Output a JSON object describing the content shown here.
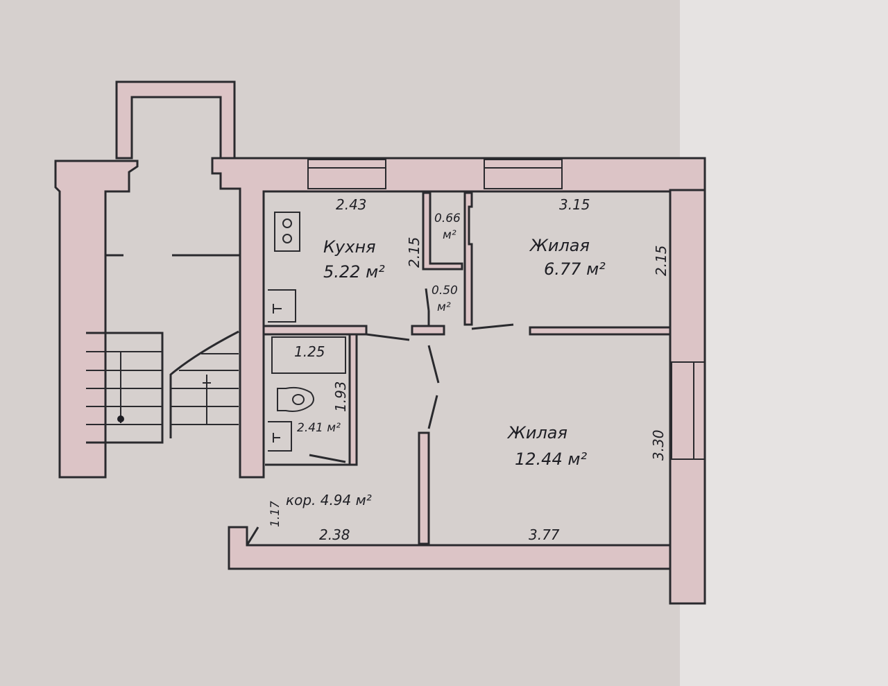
{
  "rooms": {
    "kitchen": {
      "name": "Кухня",
      "area": "5.22 м²"
    },
    "bedroom": {
      "name": "Жилая",
      "area": "6.77 м²"
    },
    "living": {
      "name": "Жилая",
      "area": "12.44 м²"
    },
    "bathroom": {
      "area": "2.41 м²"
    },
    "corridor": {
      "label": "кор. 4.94 м²"
    },
    "closet_upper": {
      "area_top": "0.66",
      "area_bottom": "м²"
    },
    "closet_lower": {
      "area_top": "0.50",
      "area_bottom": "м²"
    }
  },
  "dimensions": {
    "kitchen_width": "2.43",
    "kitchen_depth": "2.15",
    "bedroom_width": "3.15",
    "bedroom_depth": "2.15",
    "bath_width": "1.25",
    "bath_depth": "1.93",
    "living_depth": "3.30",
    "living_width": "3.77",
    "corridor_width": "2.38",
    "corridor_depth": "1.17"
  },
  "colors": {
    "paper": "#d8d2d0",
    "wall_fill": "#dcc4c6",
    "ink": "#2a2a2e"
  }
}
